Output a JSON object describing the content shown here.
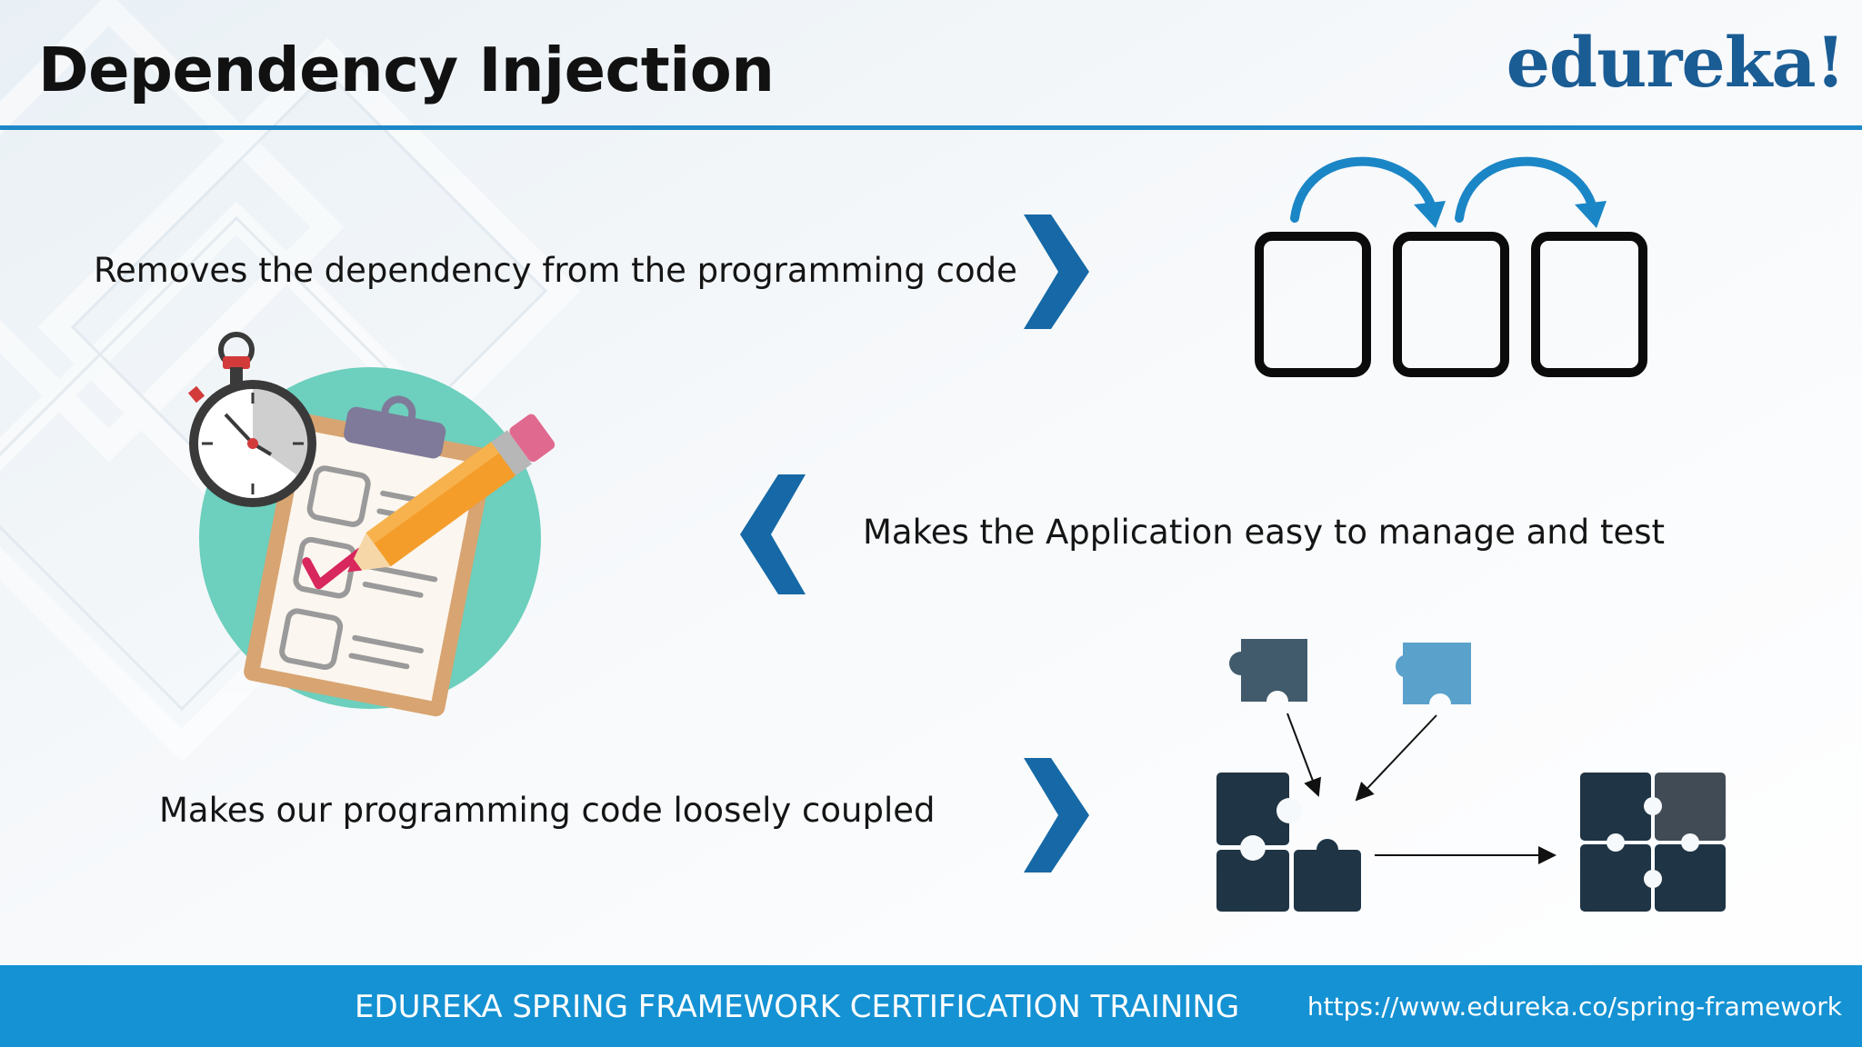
{
  "slide": {
    "title": "Dependency Injection",
    "logo_text": "edureka!",
    "points": [
      "Removes the dependency from the programming code",
      "Makes the Application easy to manage and test",
      "Makes our programming code loosely coupled"
    ]
  },
  "footer": {
    "title": "EDUREKA SPRING FRAMEWORK CERTIFICATION TRAINING",
    "url": "https://www.edureka.co/spring-framework"
  },
  "icons": {
    "point_1": "three-boxes-with-arrows-icon",
    "point_2": "clipboard-checklist-stopwatch-illustration",
    "point_3": "puzzle-pieces-assembly-icon",
    "chevrons": [
      "chevron-right-icon",
      "chevron-left-icon",
      "chevron-right-icon"
    ]
  },
  "colors": {
    "accent_blue": "#1e88c8",
    "footer_blue": "#1592d3",
    "logo_blue": "#1a5c94",
    "chevron_blue": "#1669a6",
    "puzzle_dark": "#1f3444"
  }
}
